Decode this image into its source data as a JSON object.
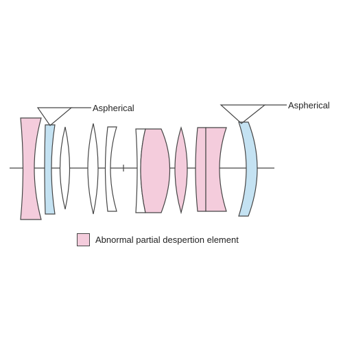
{
  "annotations": {
    "left_label": "Aspherical",
    "right_label": "Aspherical"
  },
  "legend": {
    "label": "Abnormal partial despertion element"
  },
  "colors": {
    "pink": "#f4ccdc",
    "blue": "#c4e2f2",
    "white": "#ffffff",
    "stroke": "#444444"
  }
}
